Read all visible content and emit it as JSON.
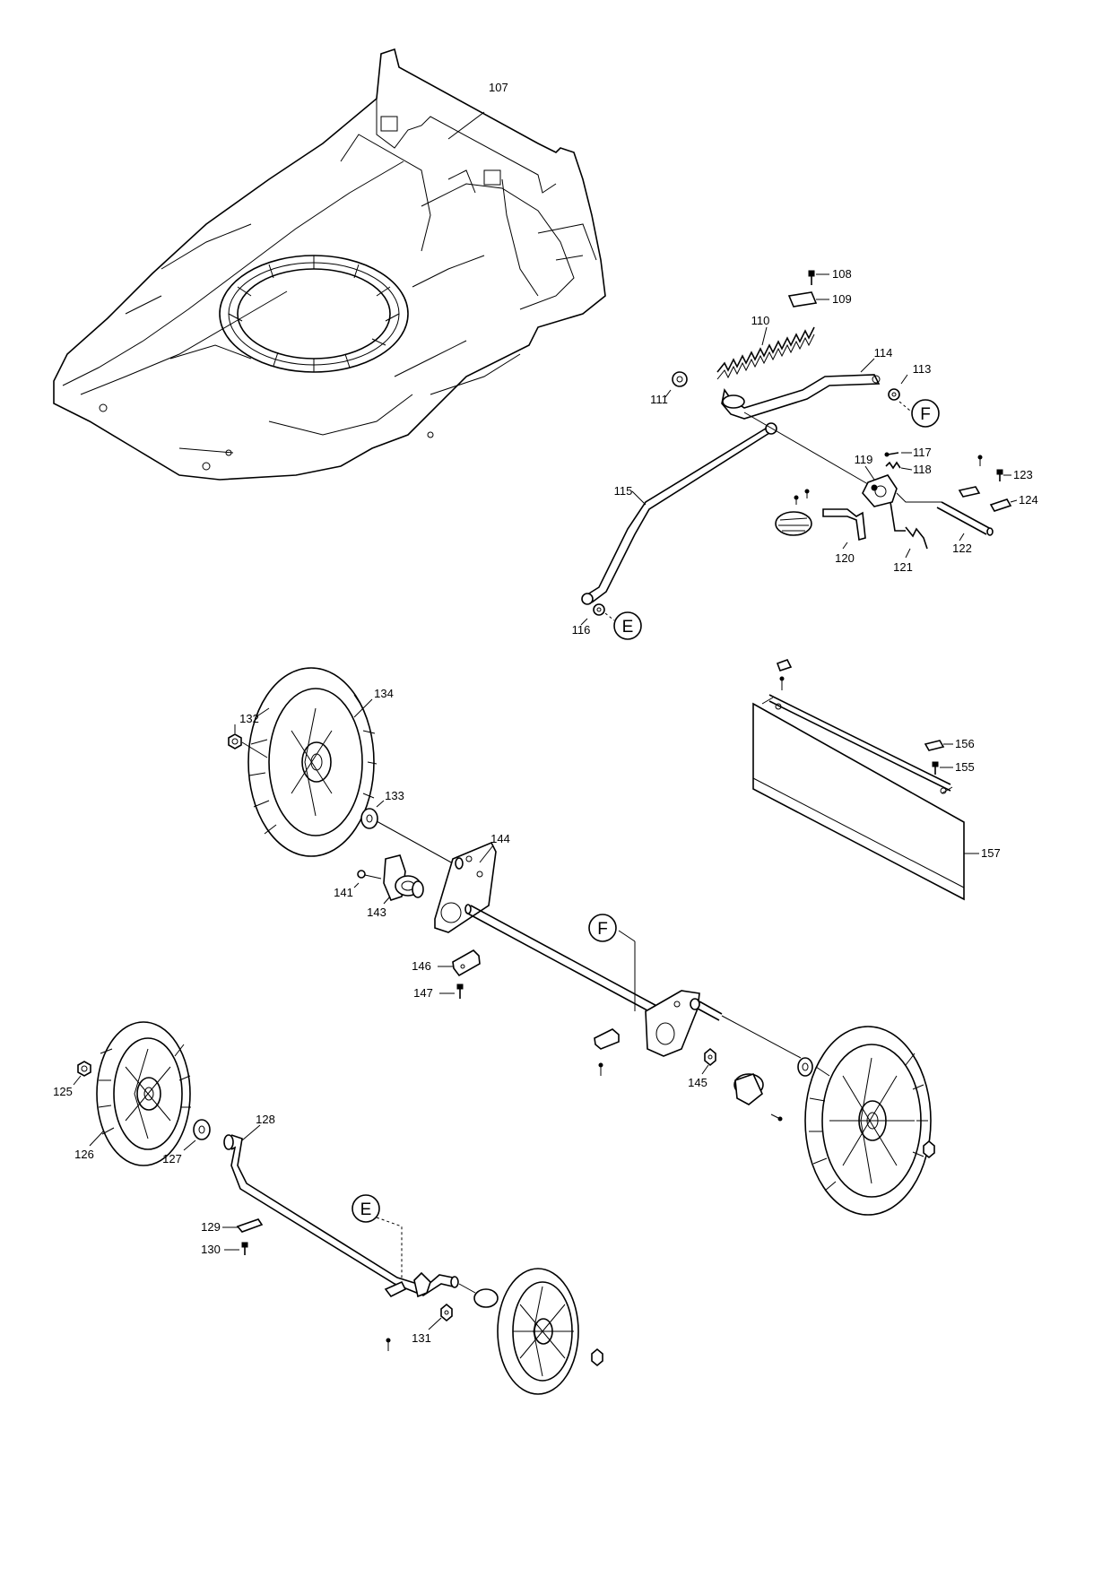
{
  "diagram": {
    "part_labels": {
      "p107": "107",
      "p108": "108",
      "p109": "109",
      "p110": "110",
      "p111": "111",
      "p113": "113",
      "p114": "114",
      "p115": "115",
      "p116": "116",
      "p117": "117",
      "p118": "118",
      "p119": "119",
      "p120": "120",
      "p121": "121",
      "p122": "122",
      "p123": "123",
      "p124": "124",
      "p125": "125",
      "p126": "126",
      "p127": "127",
      "p128": "128",
      "p129": "129",
      "p130": "130",
      "p131": "131",
      "p132": "132",
      "p133": "133",
      "p134": "134",
      "p141": "141",
      "p143": "143",
      "p144": "144",
      "p145": "145",
      "p146": "146",
      "p147": "147",
      "p155": "155",
      "p156": "156",
      "p157": "157"
    },
    "reference_markers": {
      "f_top": "F",
      "e_top": "E",
      "f_axle": "F",
      "e_axle": "E"
    }
  }
}
